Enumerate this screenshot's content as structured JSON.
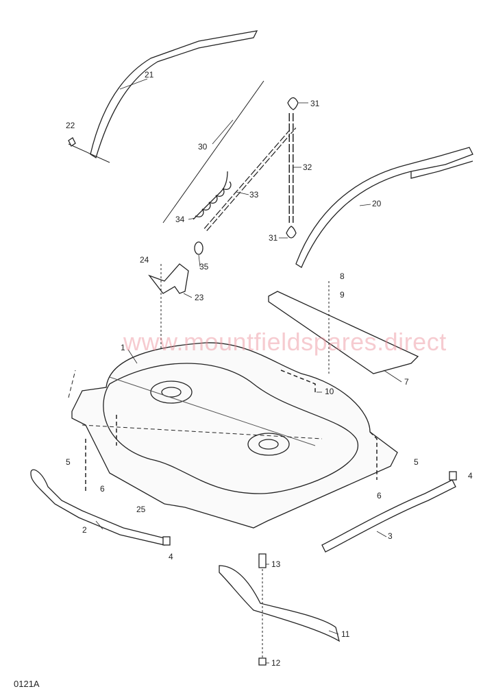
{
  "diagram": {
    "code": "0121A",
    "watermark": "www.mountfieldspares.direct",
    "callouts": [
      "21",
      "22",
      "30",
      "31",
      "32",
      "33",
      "34",
      "31",
      "20",
      "35",
      "24",
      "23",
      "8",
      "9",
      "1",
      "7",
      "10",
      "5",
      "5",
      "4",
      "6",
      "6",
      "25",
      "2",
      "3",
      "4",
      "13",
      "11",
      "12"
    ]
  }
}
